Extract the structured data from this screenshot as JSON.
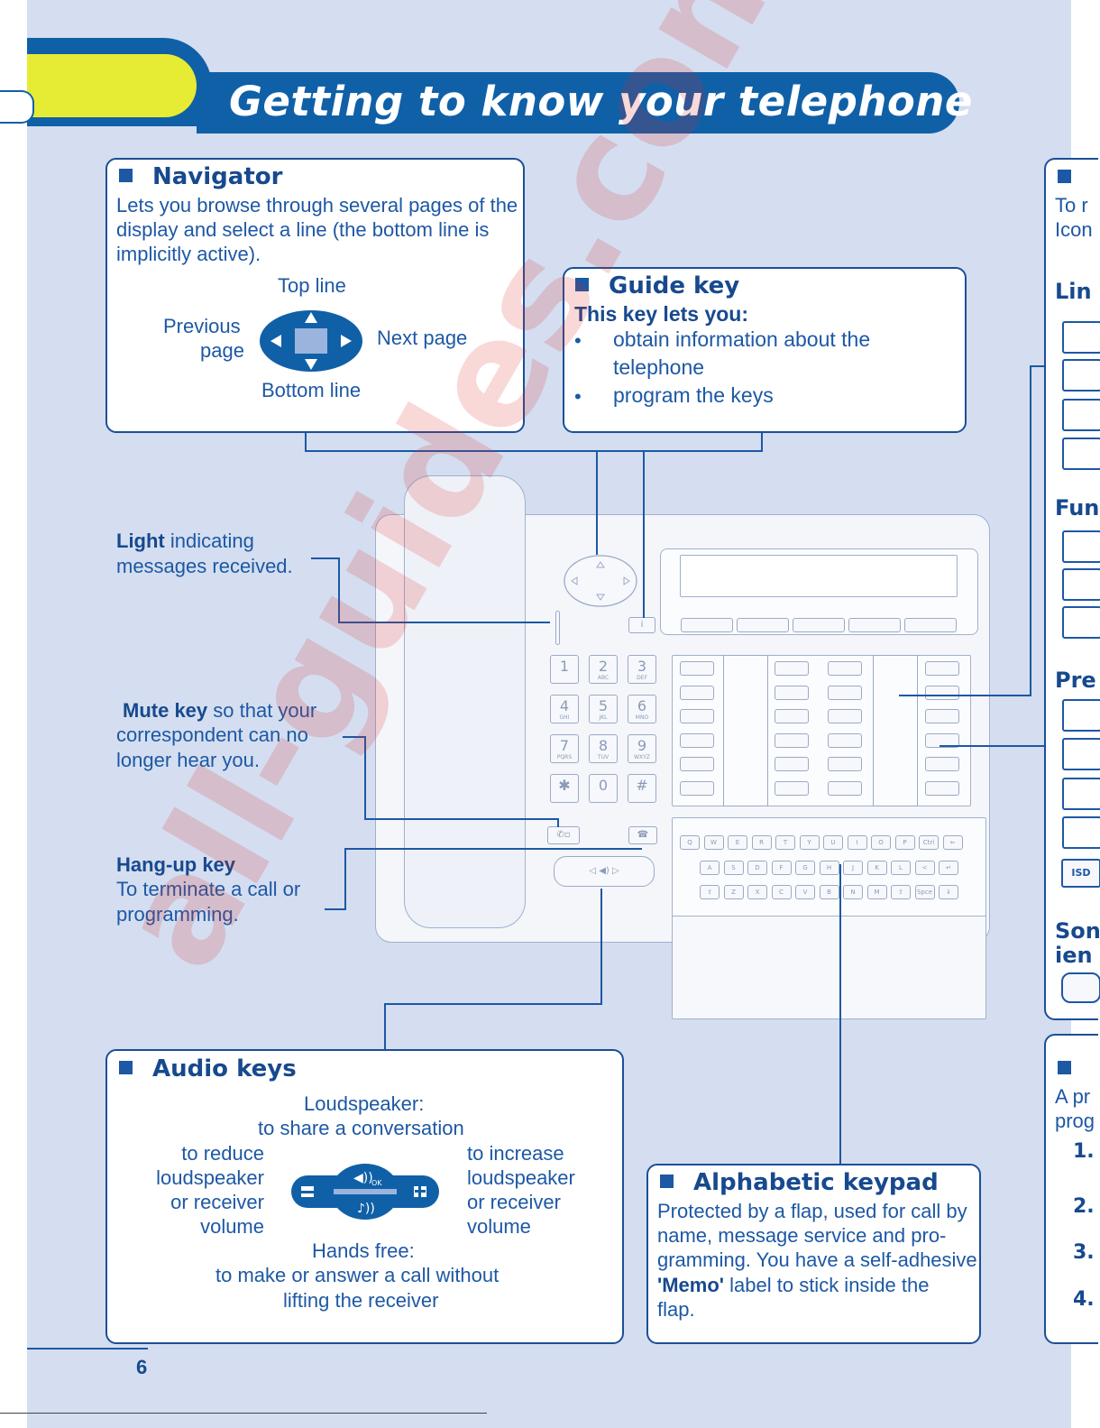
{
  "header": {
    "title": "Getting to know your telephone"
  },
  "navigator": {
    "heading": "Navigator",
    "desc_1": "Lets you browse through several pages of the",
    "desc_2": "display and select a line (the bottom line is",
    "desc_3": "implicitly active).",
    "top_line": "Top line",
    "previous": "Previous",
    "page": "page",
    "next_page": "Next page",
    "bottom_line": "Bottom line"
  },
  "guide": {
    "heading": "Guide key",
    "intro": "This key lets you:",
    "bullet": "•",
    "item_1a": "obtain information about the",
    "item_1b": "telephone",
    "item_2": "program the keys"
  },
  "callouts": {
    "light_bold": "Light",
    "light_rest": " indicating",
    "light_2": "messages received.",
    "mute_bold": "Mute key",
    "mute_rest": " so that your",
    "mute_2": "correspondent can no",
    "mute_3": "longer hear you.",
    "hangup_heading": "Hang-up key",
    "hangup_1": "To terminate a call or",
    "hangup_2": "programming."
  },
  "audio": {
    "heading": "Audio keys",
    "speaker_1": "Loudspeaker:",
    "speaker_2": "to share a conversation",
    "reduce_1": "to reduce",
    "reduce_2": "loudspeaker",
    "reduce_3": "or receiver",
    "reduce_4": "volume",
    "increase_1": "to increase",
    "increase_2": "loudspeaker",
    "increase_3": "or receiver",
    "increase_4": "volume",
    "hands_1": "Hands free:",
    "hands_2": "to make or answer a call without",
    "hands_3": "lifting the receiver",
    "ok_label": "OK"
  },
  "alpha": {
    "heading": "Alphabetic keypad",
    "l1": "Protected by a flap, used for call by",
    "l2": "name, message service and pro-",
    "l3": "gramming. You have a self-adhesive",
    "l4_bold": "'Memo'",
    "l4_rest": " label to stick inside the",
    "l5": "flap."
  },
  "right_column": {
    "to": "To r",
    "icon": "Icon",
    "lin": "Lin",
    "fun": "Fun",
    "pre": "Pre",
    "son": "Son",
    "ien": "ien",
    "isd": "ISD",
    "ap": "A pr",
    "pro": "prog",
    "n1": "1.",
    "n2": "2.",
    "n3": "3.",
    "n4": "4."
  },
  "dialpad": [
    {
      "d": "1",
      "s": ""
    },
    {
      "d": "2",
      "s": "ABC"
    },
    {
      "d": "3",
      "s": "DEF"
    },
    {
      "d": "4",
      "s": "GHI"
    },
    {
      "d": "5",
      "s": "JKL"
    },
    {
      "d": "6",
      "s": "MNO"
    },
    {
      "d": "7",
      "s": "PQRS"
    },
    {
      "d": "8",
      "s": "TUV"
    },
    {
      "d": "9",
      "s": "WXYZ"
    },
    {
      "d": "✱",
      "s": ""
    },
    {
      "d": "0",
      "s": ""
    },
    {
      "d": "#",
      "s": ""
    }
  ],
  "keyboard": {
    "row1": [
      "Q",
      "W",
      "E",
      "R",
      "T",
      "Y",
      "U",
      "I",
      "O",
      "P",
      "Ctrl",
      "⇐"
    ],
    "row2": [
      "A",
      "S",
      "D",
      "F",
      "G",
      "H",
      "J",
      "K",
      "L",
      "<",
      "↵"
    ],
    "row3": [
      "⇧",
      "Z",
      "X",
      "C",
      "V",
      "B",
      "N",
      "M",
      "⇧",
      "Spce",
      "⇓"
    ]
  },
  "footer": {
    "page_number": "6"
  },
  "watermark": "all-guides.com",
  "colors": {
    "page_bg": "#d4def0",
    "brand_blue": "#1060a8",
    "accent_yellow": "#e6ec33",
    "text_blue": "#1d58a4"
  }
}
